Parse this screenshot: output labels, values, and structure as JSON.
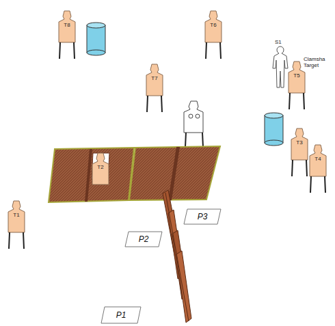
{
  "diagram": {
    "nodes": [
      {
        "text": [
          "T8"
        ]
      },
      {
        "text": [
          "T6"
        ]
      },
      {
        "text": [
          "T7"
        ]
      },
      {
        "text": [
          "T5"
        ]
      },
      {
        "text": [
          "T3"
        ]
      },
      {
        "text": [
          "T4"
        ]
      },
      {
        "text": [
          "T1"
        ]
      },
      {
        "text": [
          "T2"
        ]
      },
      {
        "text": [
          "P3"
        ]
      },
      {
        "text": [
          "P2"
        ]
      },
      {
        "text": [
          "P1"
        ]
      }
    ],
    "labels": [
      "S1",
      "Clamsha Target"
    ]
  }
}
